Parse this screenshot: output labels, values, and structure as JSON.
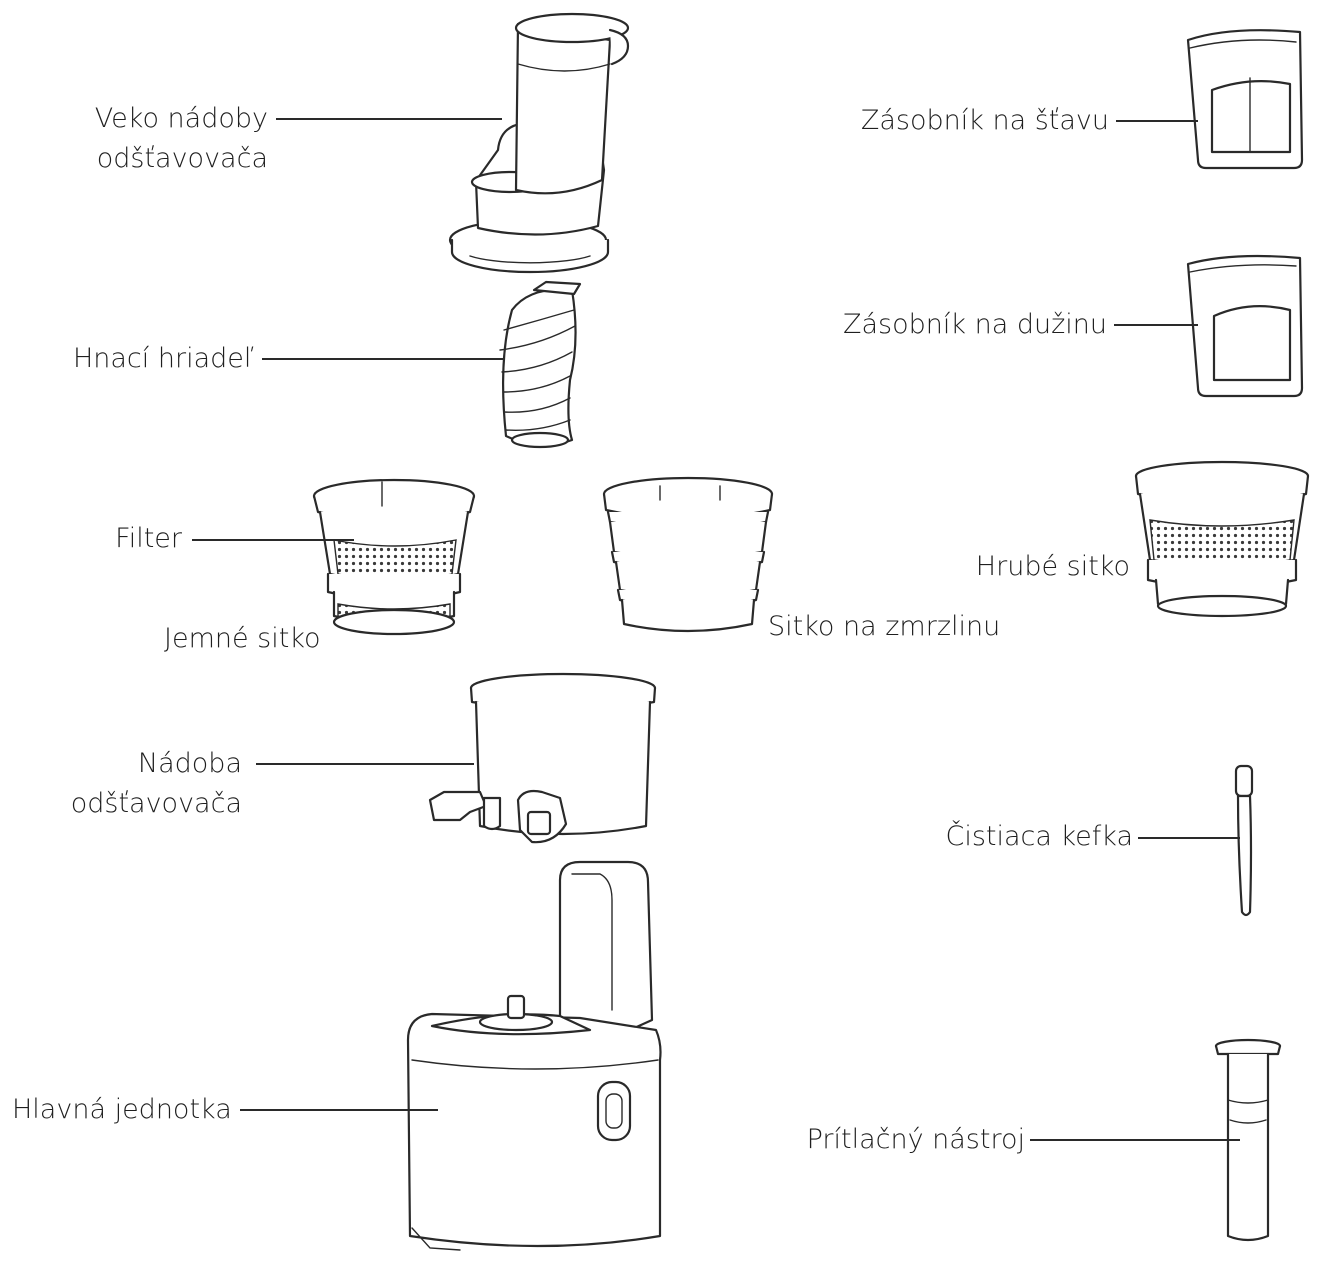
{
  "labels": {
    "lid": [
      "Veko nádoby",
      "odšťavovača"
    ],
    "auger": "Hnací hriadeľ",
    "filter": "Filter",
    "fine_strainer": "Jemné sitko",
    "ice_cream_strainer": "Sitko na zmrzlinu",
    "bowl": [
      "Nádoba",
      "odšťavovača"
    ],
    "main_unit": "Hlavná jednotka",
    "juice_cup": "Zásobník na šťavu",
    "pulp_cup": "Zásobník na dužinu",
    "coarse_strainer": "Hrubé sitko",
    "brush": "Čistiaca kefka",
    "pusher": "Prítlačný nástroj"
  },
  "colors": {
    "line": "#2a2a2a",
    "text": "#1f1f1f",
    "background": "#ffffff"
  }
}
